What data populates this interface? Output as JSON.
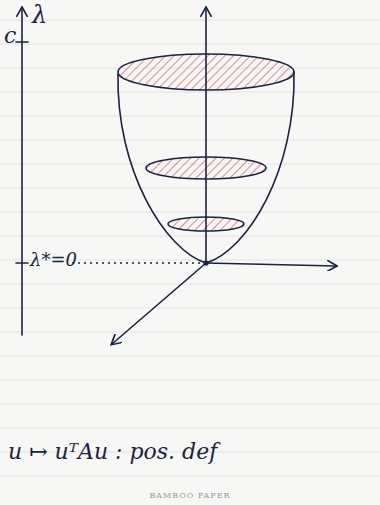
{
  "diagram": {
    "labels": [
      "λ",
      "c",
      "λ*=0",
      "u ↦ uᵀAu : pos. def",
      "BAMBOO PAPER"
    ]
  }
}
